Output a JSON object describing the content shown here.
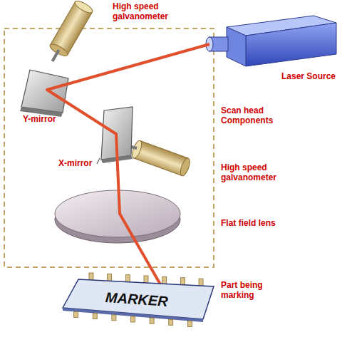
{
  "diagram": {
    "nodes": [
      {
        "text": [
          "MARKER"
        ]
      }
    ],
    "labels": [
      "High speed galvanometer",
      "Laser Source",
      "Scan head Components",
      "Y-mirror",
      "X-mirror",
      "High speed galvanometer",
      "Flat field lens",
      "Part being marking"
    ]
  }
}
